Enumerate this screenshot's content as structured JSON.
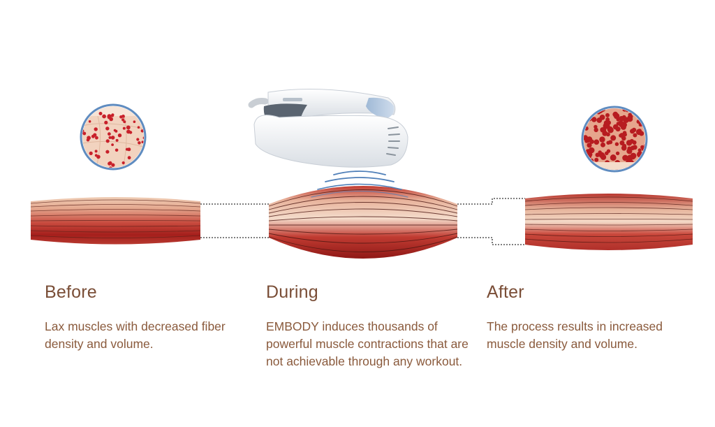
{
  "colors": {
    "heading": "#7a4e37",
    "body": "#8a5a3c",
    "muscle_dark": "#a3201c",
    "muscle_mid": "#c44a3b",
    "muscle_light": "#e9c2a8",
    "device_body": "#eef1f4",
    "device_accent": "#5a6470",
    "device_tip": "#b9cde3",
    "wave": "#4f7fb8",
    "cell_red": "#c8202a",
    "cell_tissue": "#f2d3bf",
    "lens_ring": "#5f8cc0"
  },
  "stages": [
    {
      "title": "Before",
      "text": "Lax muscles with decreased fiber density and volume."
    },
    {
      "title": "During",
      "text": "EMBODY induces thousands of powerful muscle contractions that are not achievable through any workout."
    },
    {
      "title": "After",
      "text": "The process results in increased muscle density and volume."
    }
  ],
  "icons": {
    "before_lens": "muscle-cross-section-sparse-icon",
    "after_lens": "muscle-cross-section-dense-icon",
    "device": "emsculpt-applicator-icon",
    "waves": "electromagnetic-wave-icon"
  }
}
